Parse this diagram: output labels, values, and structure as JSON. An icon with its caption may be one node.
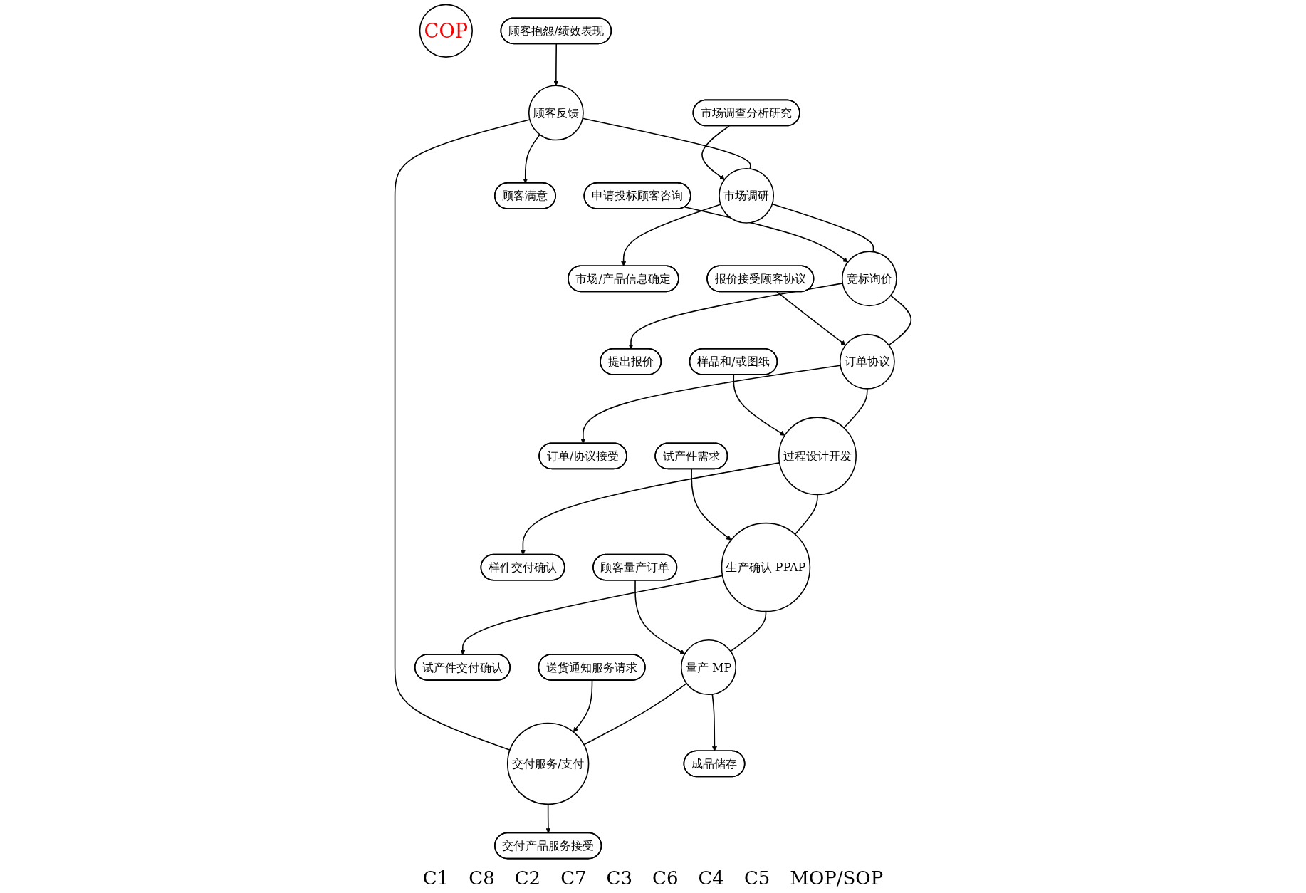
{
  "diagram": {
    "nodes": [
      {
        "text": [
          "顾客反馈"
        ]
      },
      {
        "text": [
          "市场调研"
        ]
      },
      {
        "text": [
          "竞标询价"
        ]
      },
      {
        "text": [
          "订单协议"
        ]
      },
      {
        "text": [
          "过程设计开发"
        ]
      },
      {
        "text": [
          "生产确认 PPAP"
        ]
      },
      {
        "text": [
          "量产 MP"
        ]
      },
      {
        "text": [
          "交付服务/支付"
        ]
      },
      {
        "text": [
          "COP"
        ]
      },
      {
        "text": [
          "顾客满意"
        ]
      },
      {
        "text": [
          "市场调查分析研究"
        ]
      },
      {
        "text": [
          "市场/产品信息确定"
        ]
      },
      {
        "text": [
          "申请投标顾客咨询"
        ]
      },
      {
        "text": [
          "提出报价"
        ]
      },
      {
        "text": [
          "报价接受顾客协议"
        ]
      },
      {
        "text": [
          "订单/协议接受"
        ]
      },
      {
        "text": [
          "样品和/或图纸"
        ]
      },
      {
        "text": [
          "样件交付确认"
        ]
      },
      {
        "text": [
          "试产件需求"
        ]
      },
      {
        "text": [
          "试产件交付确认"
        ]
      },
      {
        "text": [
          "顾客量产订单"
        ]
      },
      {
        "text": [
          "成品储存"
        ]
      },
      {
        "text": [
          "送货通知服务请求"
        ]
      },
      {
        "text": [
          "交付产品服务接受"
        ]
      },
      {
        "text": [
          "顾客抱怨/绩效表现"
        ]
      }
    ],
    "edges": [
      {
        "from": 0,
        "to": 1,
        "arrow": "none"
      },
      {
        "from": 1,
        "to": 2,
        "arrow": "none"
      },
      {
        "from": 2,
        "to": 3,
        "arrow": "none"
      },
      {
        "from": 3,
        "to": 4,
        "arrow": "none"
      },
      {
        "from": 4,
        "to": 5,
        "arrow": "none"
      },
      {
        "from": 5,
        "to": 6,
        "arrow": "none"
      },
      {
        "from": 6,
        "to": 7,
        "arrow": "none"
      },
      {
        "from": 7,
        "to": 0,
        "arrow": "none"
      },
      {
        "from": 0,
        "to": 9,
        "arrow": "to"
      },
      {
        "from": 10,
        "to": 1,
        "arrow": "to"
      },
      {
        "from": 1,
        "to": 11,
        "arrow": "to"
      },
      {
        "from": 12,
        "to": 2,
        "arrow": "to"
      },
      {
        "from": 2,
        "to": 13,
        "arrow": "to"
      },
      {
        "from": 14,
        "to": 3,
        "arrow": "to"
      },
      {
        "from": 3,
        "to": 15,
        "arrow": "to"
      },
      {
        "from": 16,
        "to": 4,
        "arrow": "to"
      },
      {
        "from": 4,
        "to": 17,
        "arrow": "to"
      },
      {
        "from": 18,
        "to": 5,
        "arrow": "to"
      },
      {
        "from": 5,
        "to": 19,
        "arrow": "to"
      },
      {
        "from": 20,
        "to": 6,
        "arrow": "to"
      },
      {
        "from": 6,
        "to": 21,
        "arrow": "to"
      },
      {
        "from": 22,
        "to": 7,
        "arrow": "to"
      },
      {
        "from": 7,
        "to": 23,
        "arrow": "to"
      },
      {
        "from": 24,
        "to": 0,
        "arrow": "to"
      }
    ],
    "labels": [
      "C1",
      "C8",
      "C2",
      "C7",
      "C3",
      "C6",
      "C4",
      "C5",
      "MOP/SOP"
    ]
  }
}
